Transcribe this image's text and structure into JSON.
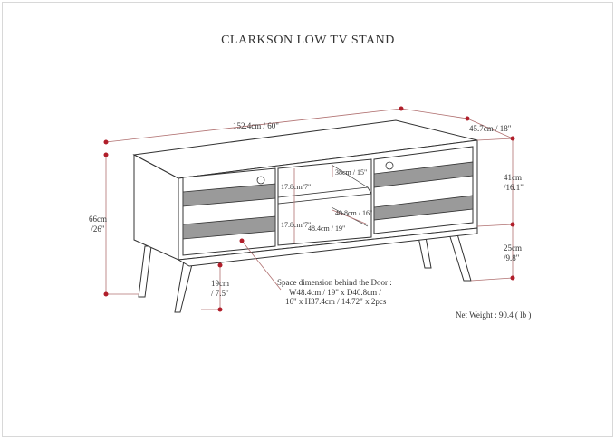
{
  "title": "CLARKSON LOW TV STAND",
  "dimensions": {
    "width": "152.4cm / 60\"",
    "depth": "45.7cm / 18\"",
    "total_height_cm": "66cm",
    "total_height_in": "/26\"",
    "cabinet_height_cm": "41cm",
    "cabinet_height_in": "/16.1\"",
    "leg_height_cm": "25cm",
    "leg_height_in": "/9.8\"",
    "clearance_cm": "19cm",
    "clearance_in": "/ 7.5\"",
    "shelf_depth": "38cm / 15\"",
    "shelf_height_upper": "17.8cm/7\"",
    "shelf_height_lower": "17.8cm/7\"",
    "open_depth": "40.8cm / 16\"",
    "open_width": "48.4cm / 19\""
  },
  "note": {
    "line1": "Space dimension behind the Door :",
    "line2": "W48.4cm / 19\" x D40.8cm /",
    "line3": "16\" x H37.4cm / 14.72\" x 2pcs"
  },
  "net_weight": "Net Weight : 90.4 ( lb )",
  "colors": {
    "dimension_dot": "#b01e2a",
    "dimension_line": "#b07070",
    "slat": "#9a9a9a"
  }
}
